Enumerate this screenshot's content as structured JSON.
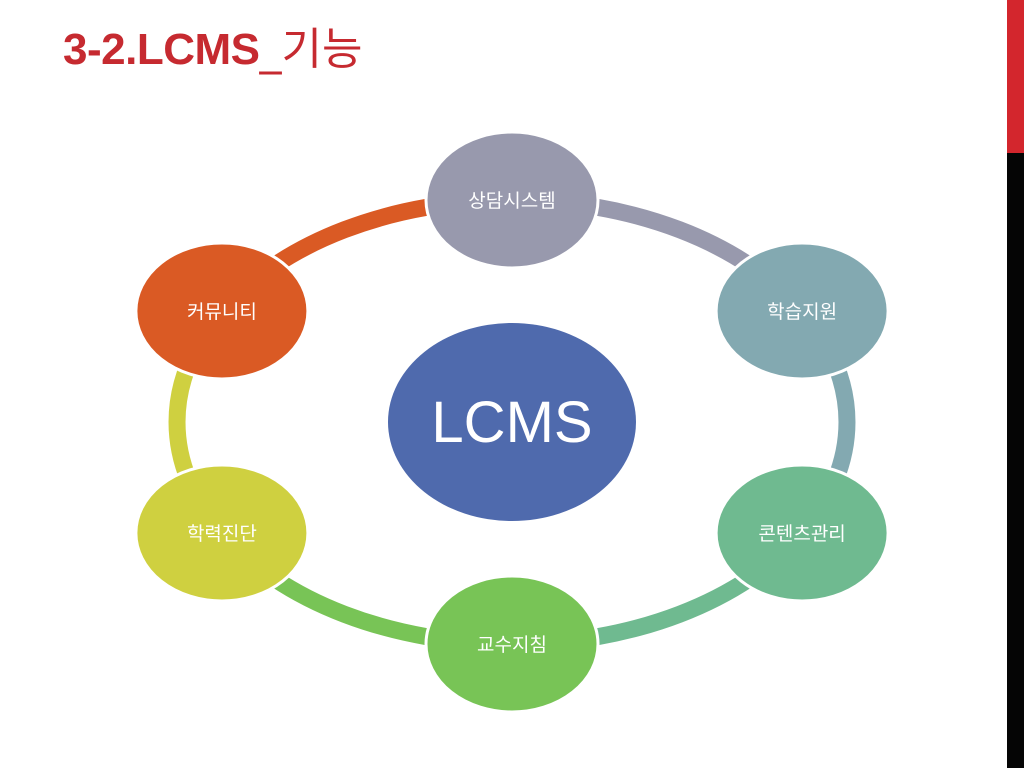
{
  "title": {
    "main": "3-2.LCMS",
    "sub": "_기능"
  },
  "center": {
    "label": "LCMS",
    "color": "#4f6aad"
  },
  "nodes": [
    {
      "id": "counsel",
      "label": "상담시스템",
      "color": "#9899ad"
    },
    {
      "id": "learning",
      "label": "학습지원",
      "color": "#83a9b1"
    },
    {
      "id": "content",
      "label": "콘텐츠관리",
      "color": "#6fba90"
    },
    {
      "id": "professor",
      "label": "교수지침",
      "color": "#78c456"
    },
    {
      "id": "diagnosis",
      "label": "학력진단",
      "color": "#cfd040"
    },
    {
      "id": "community",
      "label": "커뮤니티",
      "color": "#da5a24"
    }
  ],
  "accent_colors": {
    "title": "#c62a30",
    "bar_top": "#d3262d",
    "bar_bottom": "#050505"
  }
}
